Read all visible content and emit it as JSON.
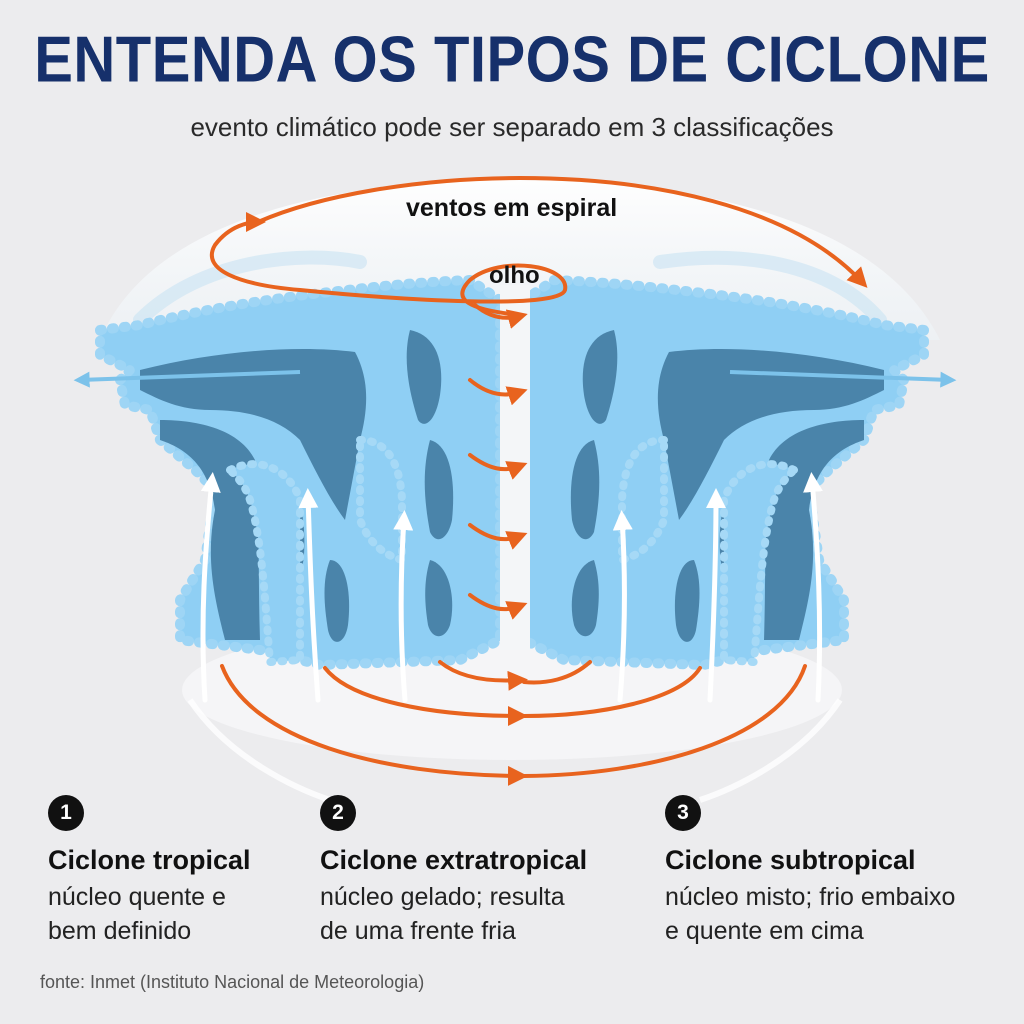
{
  "header": {
    "title": "ENTENDA OS TIPOS DE CICLONE",
    "subtitle": "evento climático pode ser separado em 3 classificações"
  },
  "diagram": {
    "labels": {
      "spiral_winds": "ventos em espiral",
      "eye": "olho"
    },
    "colors": {
      "cloud_light": "#8fcff4",
      "cloud_dark": "#4a84aa",
      "arrow_orange": "#e8631e",
      "arrow_white": "#ffffff",
      "outflow_blue": "#6fb8e6"
    }
  },
  "types": [
    {
      "number": "1",
      "name": "Ciclone tropical",
      "desc_line1": "núcleo quente e",
      "desc_line2": "bem definido"
    },
    {
      "number": "2",
      "name": "Ciclone extratropical",
      "desc_line1": "núcleo gelado; resulta",
      "desc_line2": "de uma frente fria"
    },
    {
      "number": "3",
      "name": "Ciclone subtropical",
      "desc_line1": "núcleo misto; frio embaixo",
      "desc_line2": "e quente em cima"
    }
  ],
  "footer": {
    "source": "fonte: Inmet (Instituto Nacional de Meteorologia)"
  }
}
